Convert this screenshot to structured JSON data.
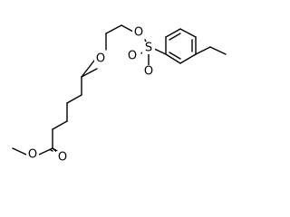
{
  "atoms": {
    "o_methyl_ester": "O",
    "o_carbonyl": "O",
    "o_ether": "O",
    "o_sulfonate": "O",
    "s_sulfonyl": "S",
    "o_sulfonyl_left": "O",
    "o_sulfonyl_bottom": "O"
  }
}
